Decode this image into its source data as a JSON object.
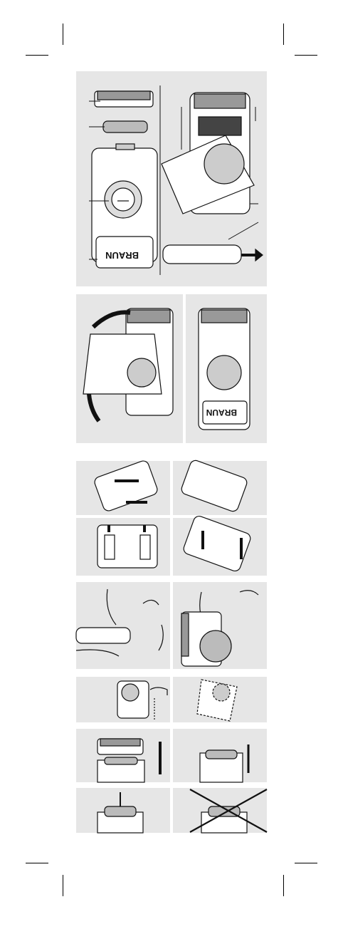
{
  "page": {
    "brand_text": "BRAUN",
    "background_color": "#ffffff",
    "panel_color": "#e6e6e6",
    "line_color": "#111111"
  },
  "illustrations": [
    {
      "id": "parts-overview",
      "icon": "shaver-parts-diagram"
    },
    {
      "id": "cover-rotation",
      "icon": "rotate-cover-diagram"
    },
    {
      "id": "battery-insertion",
      "icon": "battery-diagram"
    },
    {
      "id": "shaving-use",
      "icon": "shaving-diagram"
    },
    {
      "id": "cleaning",
      "icon": "cleaning-diagram"
    },
    {
      "id": "foil-replacement",
      "icon": "foil-diagram"
    },
    {
      "id": "cutter-maintenance",
      "icon": "cutter-diagram"
    }
  ]
}
